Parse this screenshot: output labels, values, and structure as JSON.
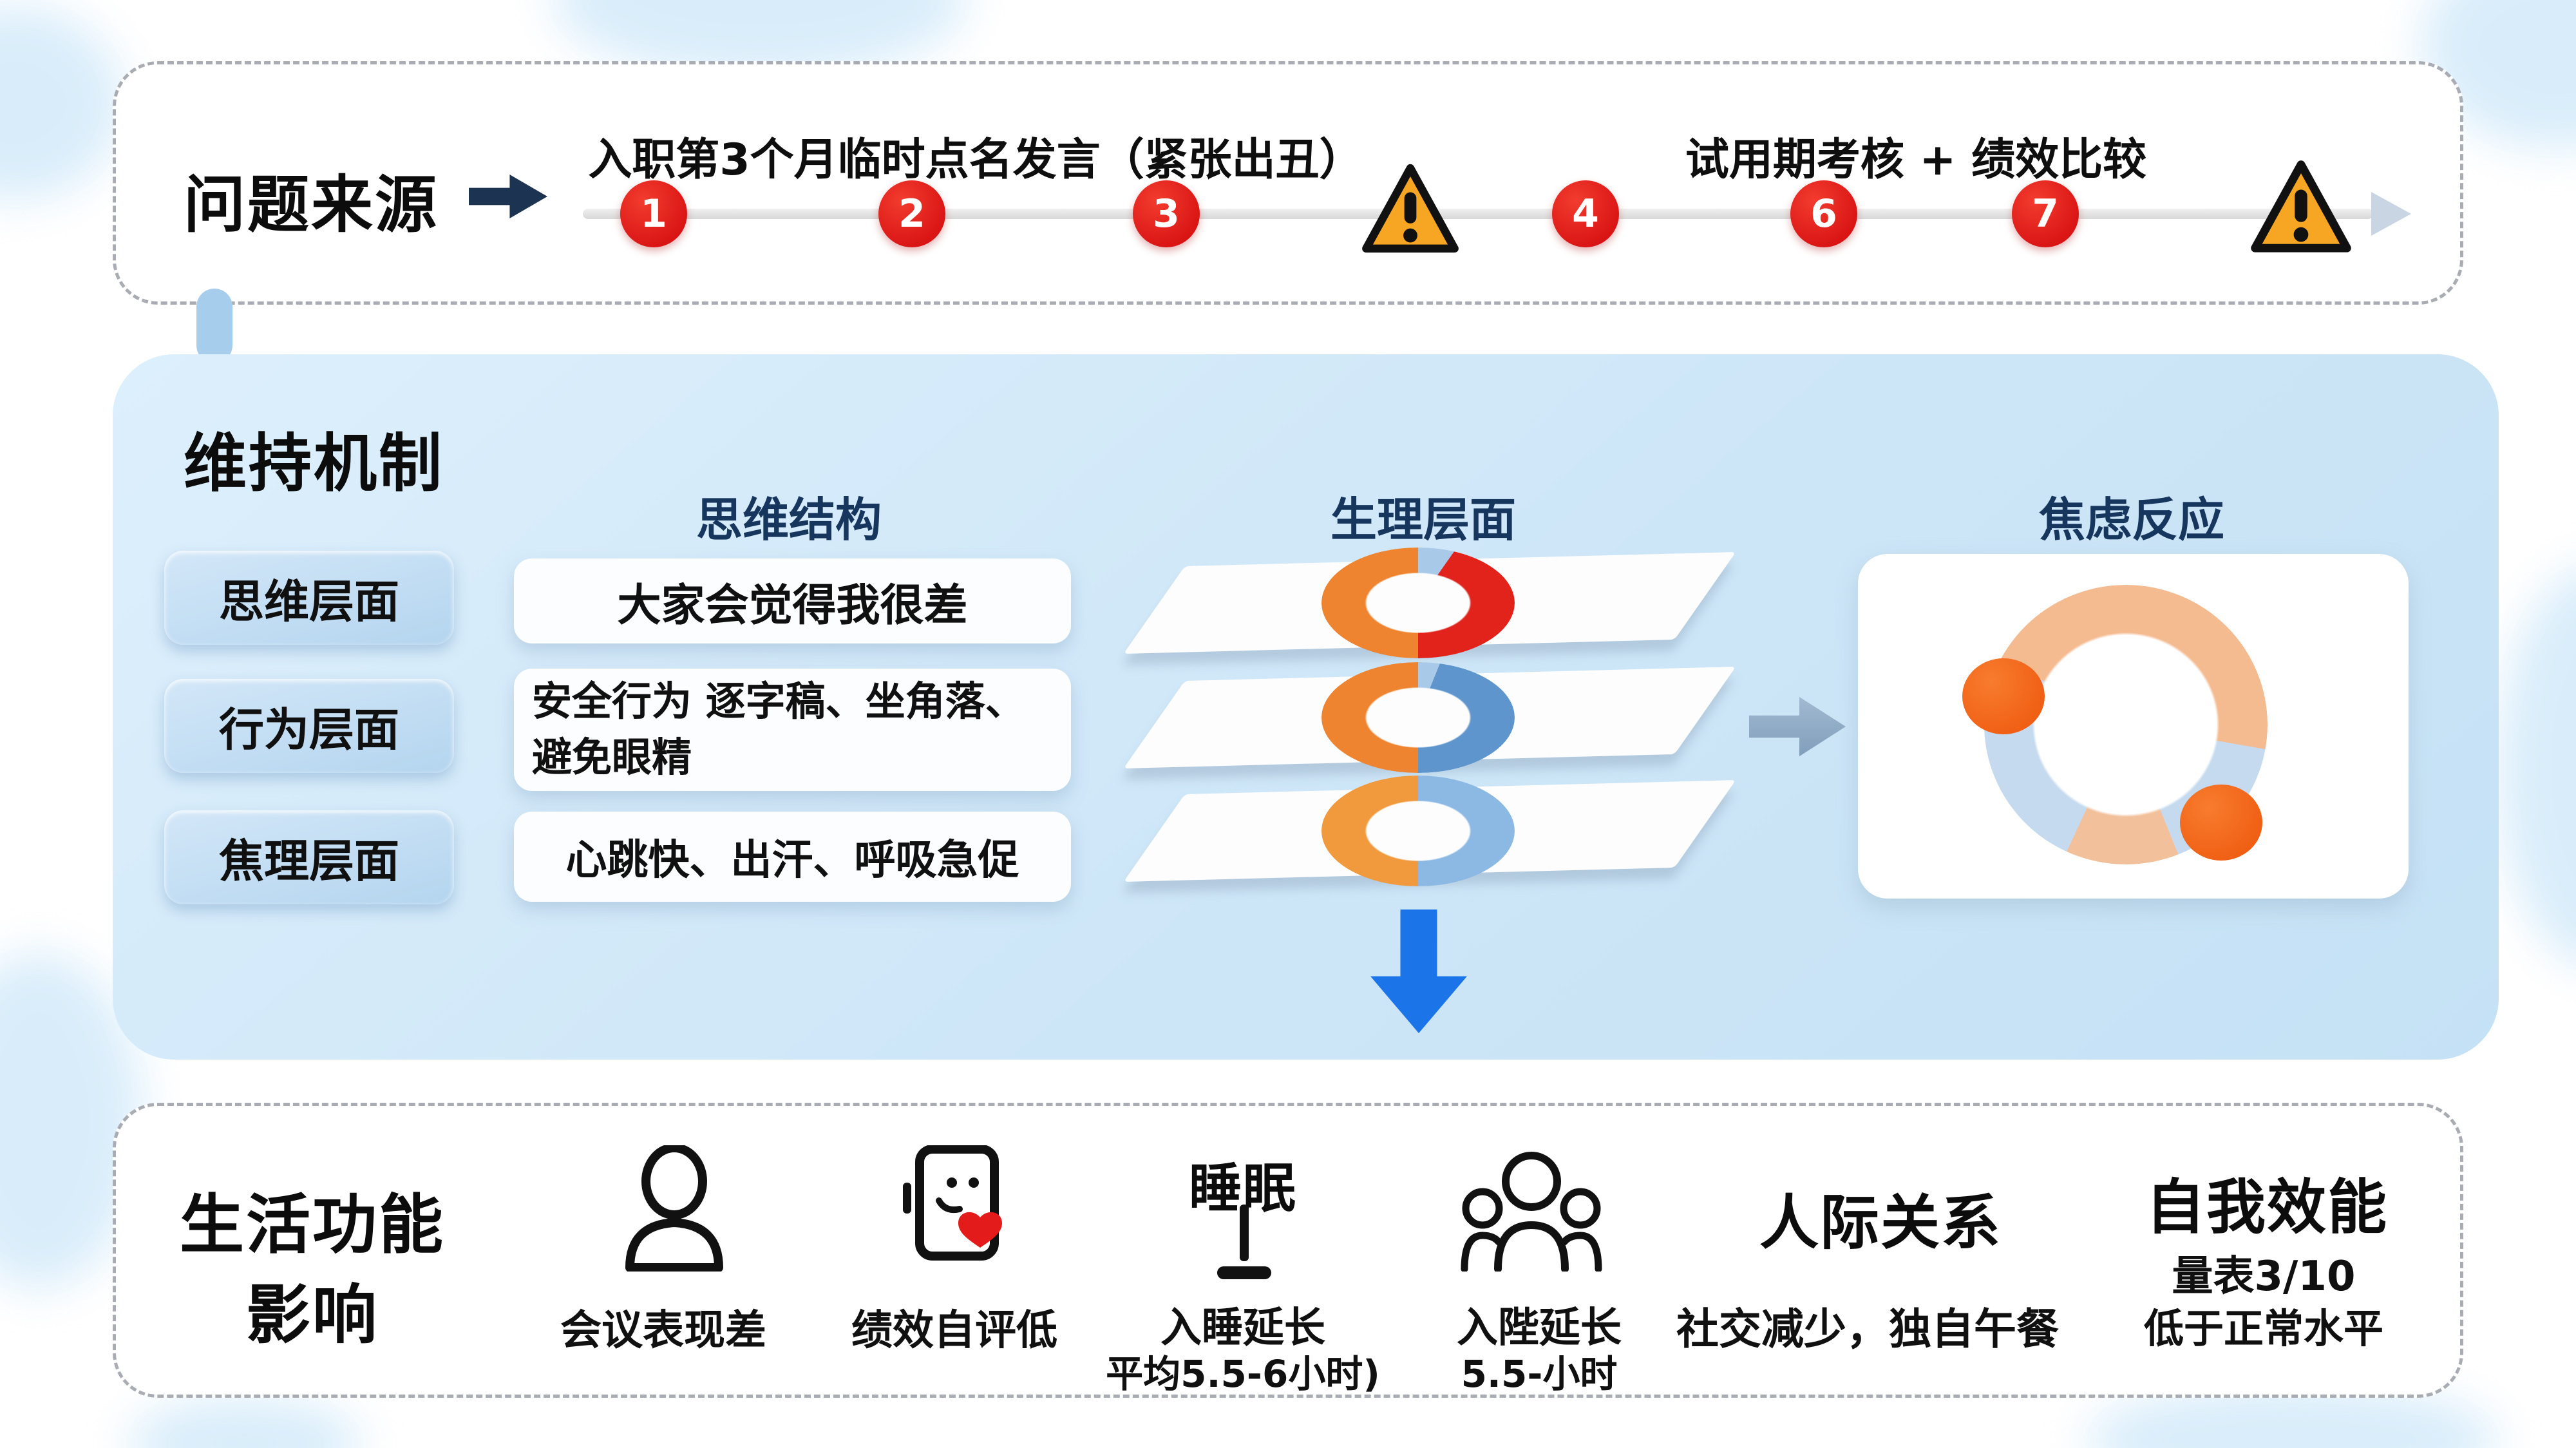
{
  "top": {
    "title": "问题来源",
    "event_left": "入职第3个月临时点名发言（紧张出丑）",
    "event_right": "试用期考核 + 绩效比较",
    "markers": [
      {
        "type": "number",
        "label": "1"
      },
      {
        "type": "number",
        "label": "2"
      },
      {
        "type": "number",
        "label": "3"
      },
      {
        "type": "warning",
        "label": "!"
      },
      {
        "type": "number",
        "label": "4"
      },
      {
        "type": "number",
        "label": "6"
      },
      {
        "type": "number",
        "label": "7"
      },
      {
        "type": "warning",
        "label": "!"
      }
    ]
  },
  "middle": {
    "title": "维持机制",
    "col_headers": [
      "思维结构",
      "生理层面",
      "焦虑反应"
    ],
    "rows": [
      {
        "label": "思维层面",
        "content": "大家会觉得我很差"
      },
      {
        "label": "行为层面",
        "content": "安全行为 逐字稿、坐角落、避免眼精"
      },
      {
        "label": "焦理层面",
        "content": "心跳快、出汗、呼吸急促"
      }
    ],
    "physio_layers": [
      {
        "segments": [
          "light-blue",
          "red",
          "orange"
        ]
      },
      {
        "segments": [
          "light-blue",
          "blue",
          "orange"
        ]
      },
      {
        "segments": [
          "light-blue",
          "orange"
        ]
      }
    ]
  },
  "bottom": {
    "title_line1": "生活功能",
    "title_line2": "影响",
    "items": [
      {
        "icon": "person-icon",
        "label": "会议表现差"
      },
      {
        "icon": "phone-heart-icon",
        "label": "绩效自评低"
      },
      {
        "header": "睡眠",
        "icon": "lamp-icon",
        "line1": "入睡延长",
        "line2": "平均5.5-6小时)"
      },
      {
        "icon": "people-icon",
        "line1": "入陛延长",
        "line2": "5.5-小时"
      },
      {
        "header": "人际关系",
        "label": "社交减少，独自午餐"
      },
      {
        "header": "自我效能",
        "line1": "量表3/10",
        "line2": "低于正常水平"
      }
    ]
  },
  "palette": {
    "marker_red": "#d91414",
    "warning_amber": "#f6a623",
    "navy_header": "#17365e",
    "navy_arrow": "#1c3352",
    "blue_arrow": "#1b75e8",
    "panel_blue": "#cde6f7",
    "orange_segment": "#ef8430",
    "red_segment": "#e2231c",
    "blue_segment": "#5e95cd",
    "cycle_peach": "#f4ba90",
    "cycle_blue": "#c5daee",
    "cycle_dot_orange": "#ef5d12",
    "heart_red": "#e31b1b"
  }
}
